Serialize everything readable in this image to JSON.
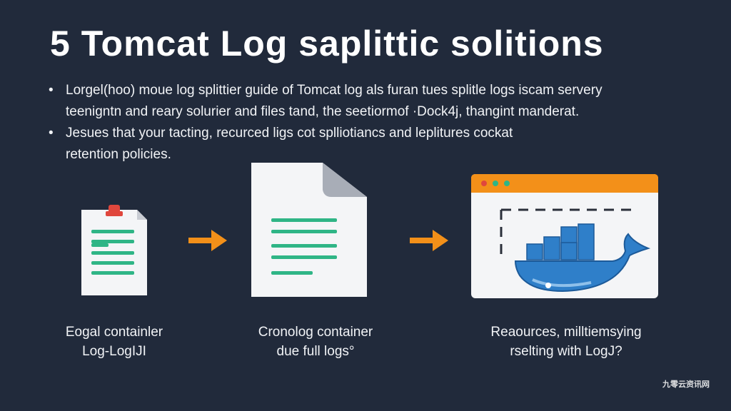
{
  "title": "5 Tomcat Log saplittic solitions",
  "bullets": [
    {
      "line1": "Lorgel(hoo) moue log splittier guide of Tomcat log als furan tues splitle logs iscam servery",
      "line2": "teenigntn and reary solurier and files tand, the seetiormof ·Dock4j, thangint manderat."
    },
    {
      "line1": "Jesues that your tacting, recurced ligs cot splliotiancs and leplitures cockat",
      "line2": "retention policies."
    }
  ],
  "steps": [
    {
      "caption_line1": "Eogal containler",
      "caption_line2": "Log-LogIJI",
      "icon": "clipboard-log-icon"
    },
    {
      "caption_line1": "Cronolog container",
      "caption_line2": "due full logs°",
      "icon": "document-icon"
    },
    {
      "caption_line1": "Reaources, milltiemsying",
      "caption_line2": "rselting with LogJ?",
      "icon": "docker-browser-icon"
    }
  ],
  "watermark": "九零云资讯网",
  "colors": {
    "background": "#212a3b",
    "accent_orange": "#f39019",
    "accent_green": "#2fb586",
    "docker_blue": "#2f7fc9",
    "clip_red": "#e0473d"
  }
}
